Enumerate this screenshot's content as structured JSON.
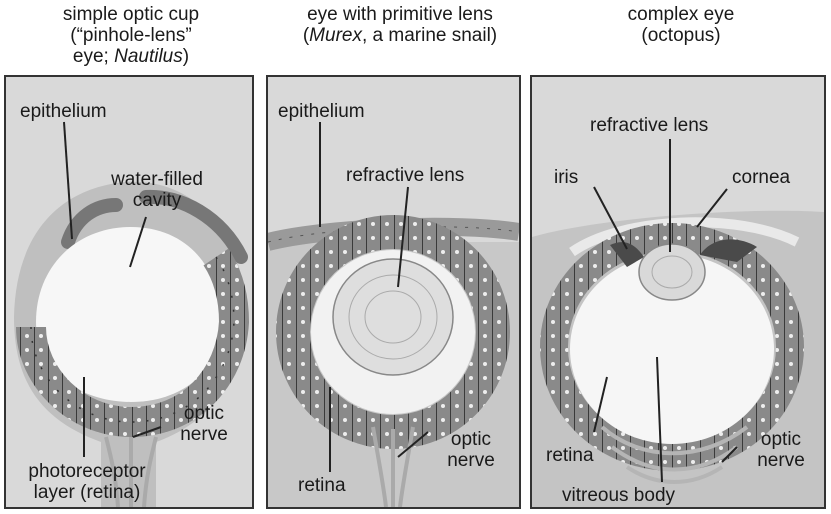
{
  "panels": [
    {
      "id": "pinhole",
      "heading": [
        "simple optic cup",
        "(“pinhole-lens”",
        "eye; Nautilus)"
      ],
      "labels": {
        "epithelium": "epithelium",
        "cavity": [
          "water-filled",
          "cavity"
        ],
        "optic_nerve": [
          "optic",
          "nerve"
        ],
        "photoreceptor": [
          "photoreceptor",
          "layer (retina)"
        ]
      }
    },
    {
      "id": "primitive-lens",
      "heading": [
        "eye with primitive lens",
        "(Murex, a marine snail)"
      ],
      "labels": {
        "epithelium": "epithelium",
        "lens": "refractive lens",
        "optic_nerve": [
          "optic",
          "nerve"
        ],
        "retina": "retina"
      }
    },
    {
      "id": "complex",
      "heading": [
        "complex eye",
        "(octopus)"
      ],
      "labels": {
        "lens": "refractive lens",
        "iris": "iris",
        "cornea": "cornea",
        "retina": "retina",
        "optic_nerve": [
          "optic",
          "nerve"
        ],
        "vitreous": "vitreous body"
      }
    }
  ]
}
